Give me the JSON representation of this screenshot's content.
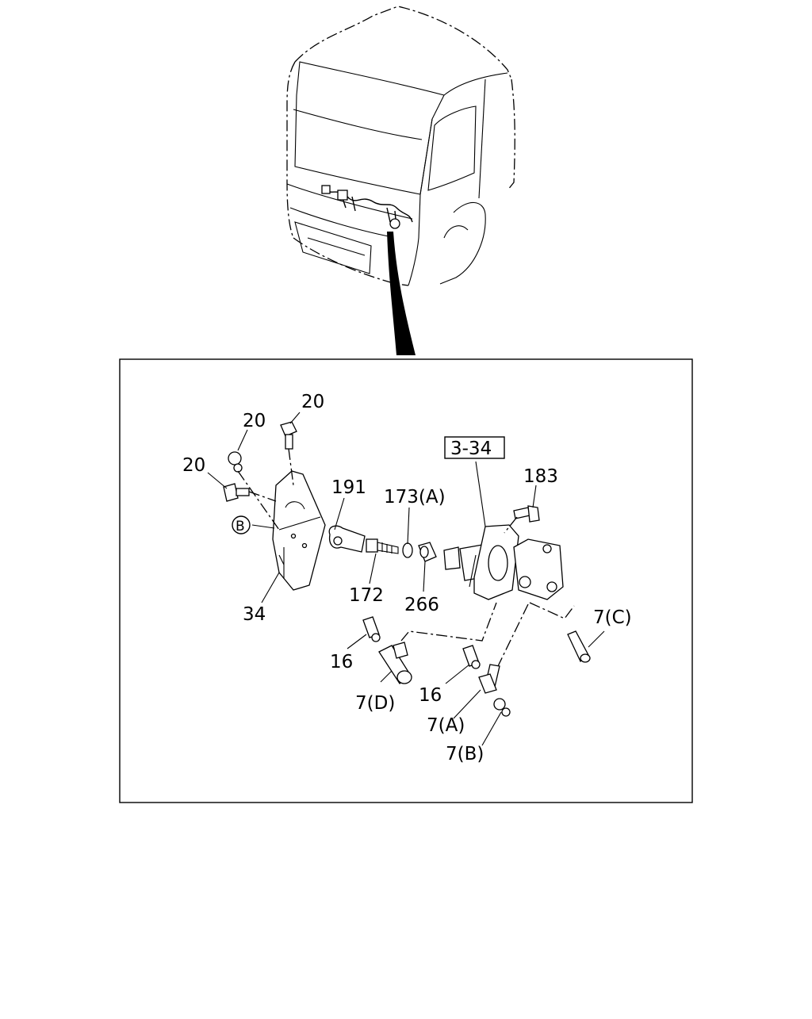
{
  "callouts": {
    "c20a": "20",
    "c20b": "20",
    "c20c": "20",
    "c191": "191",
    "c173a": "173(A)",
    "c334": "3-34",
    "c183": "183",
    "cB": "B",
    "c34": "34",
    "c172": "172",
    "c266": "266",
    "c7c": "7(C)",
    "c16a": "16",
    "c16b": "16",
    "c7d": "7(D)",
    "c7a": "7(A)",
    "c7b": "7(B)"
  }
}
